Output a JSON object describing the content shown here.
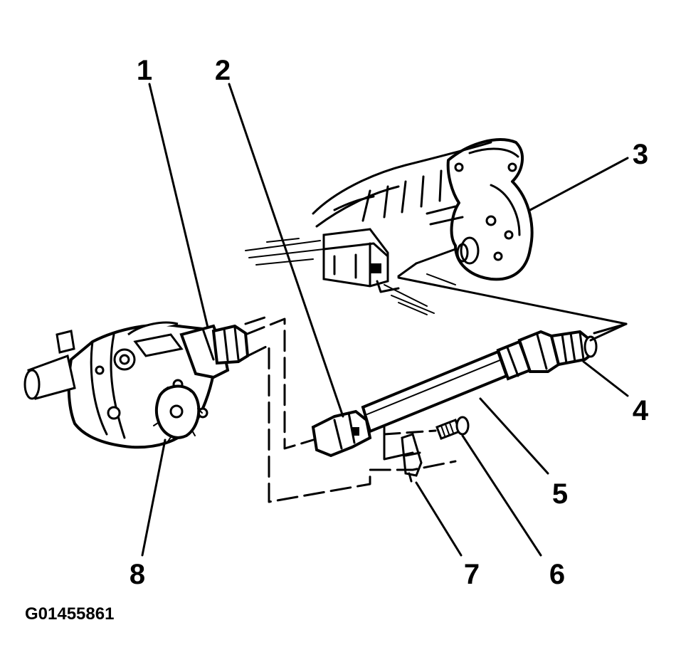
{
  "callouts": {
    "c1": "1",
    "c2": "2",
    "c3": "3",
    "c4": "4",
    "c5": "5",
    "c6": "6",
    "c7": "7",
    "c8": "8"
  },
  "figure_id": "G01455861",
  "colors": {
    "ink": "#000000",
    "paper": "#ffffff"
  }
}
